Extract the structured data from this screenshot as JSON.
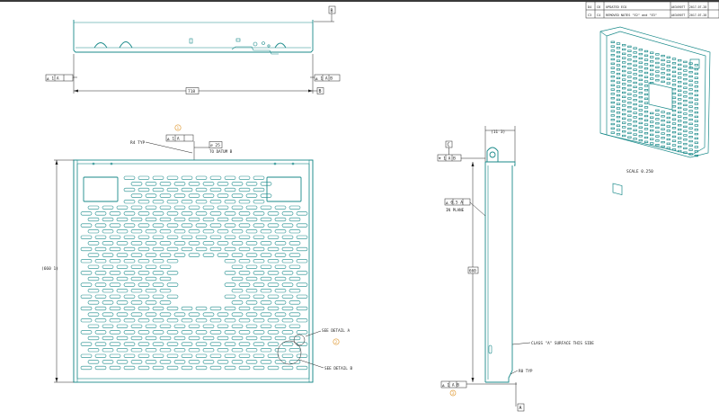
{
  "revision_table": {
    "rows": [
      {
        "zone": "D4",
        "rev": "C6",
        "description": "UPDATED ECO",
        "approver": "A634907T",
        "date": "2017-07-28"
      },
      {
        "zone": "C3",
        "rev": "C4",
        "description": "REMOVED NOTES \"E2\" and \"E3\"",
        "approver": "A634907T",
        "date": "2017-07-28"
      }
    ]
  },
  "top_view": {
    "datum_tag": "B",
    "fcf_left": "◭ 1 A",
    "fcf_right": "◭ 1 A B",
    "width_dim": "718",
    "datum_right": "B"
  },
  "front_view": {
    "balloon": "1",
    "radius_note": "R4 TYP",
    "fcf_flatness": "◭ 1 A",
    "profile_value": "⌀ 25",
    "datum_note": "TO DATUM B",
    "height_dim": "(660 1)",
    "detail_a": "SEE DETAIL A",
    "detail_b": "SEE DETAIL B",
    "balloon2": "2"
  },
  "side_view": {
    "top_dim": "(11 3)",
    "datum_top": "C",
    "fcf_top": "⌖ 1 A B",
    "fcf_slant": "◭ 0.5 A",
    "in_plane": "IN PLANE",
    "height_dim": "660",
    "surface_note": "CLASS \"A\" SURFACE THIS SIDE",
    "radius_note": "R0 TYP",
    "fcf_bottom": "◭ 1 A B",
    "datum_bottom": "A",
    "balloon": "3"
  },
  "iso_view": {
    "scale": "SCALE  0.250"
  }
}
